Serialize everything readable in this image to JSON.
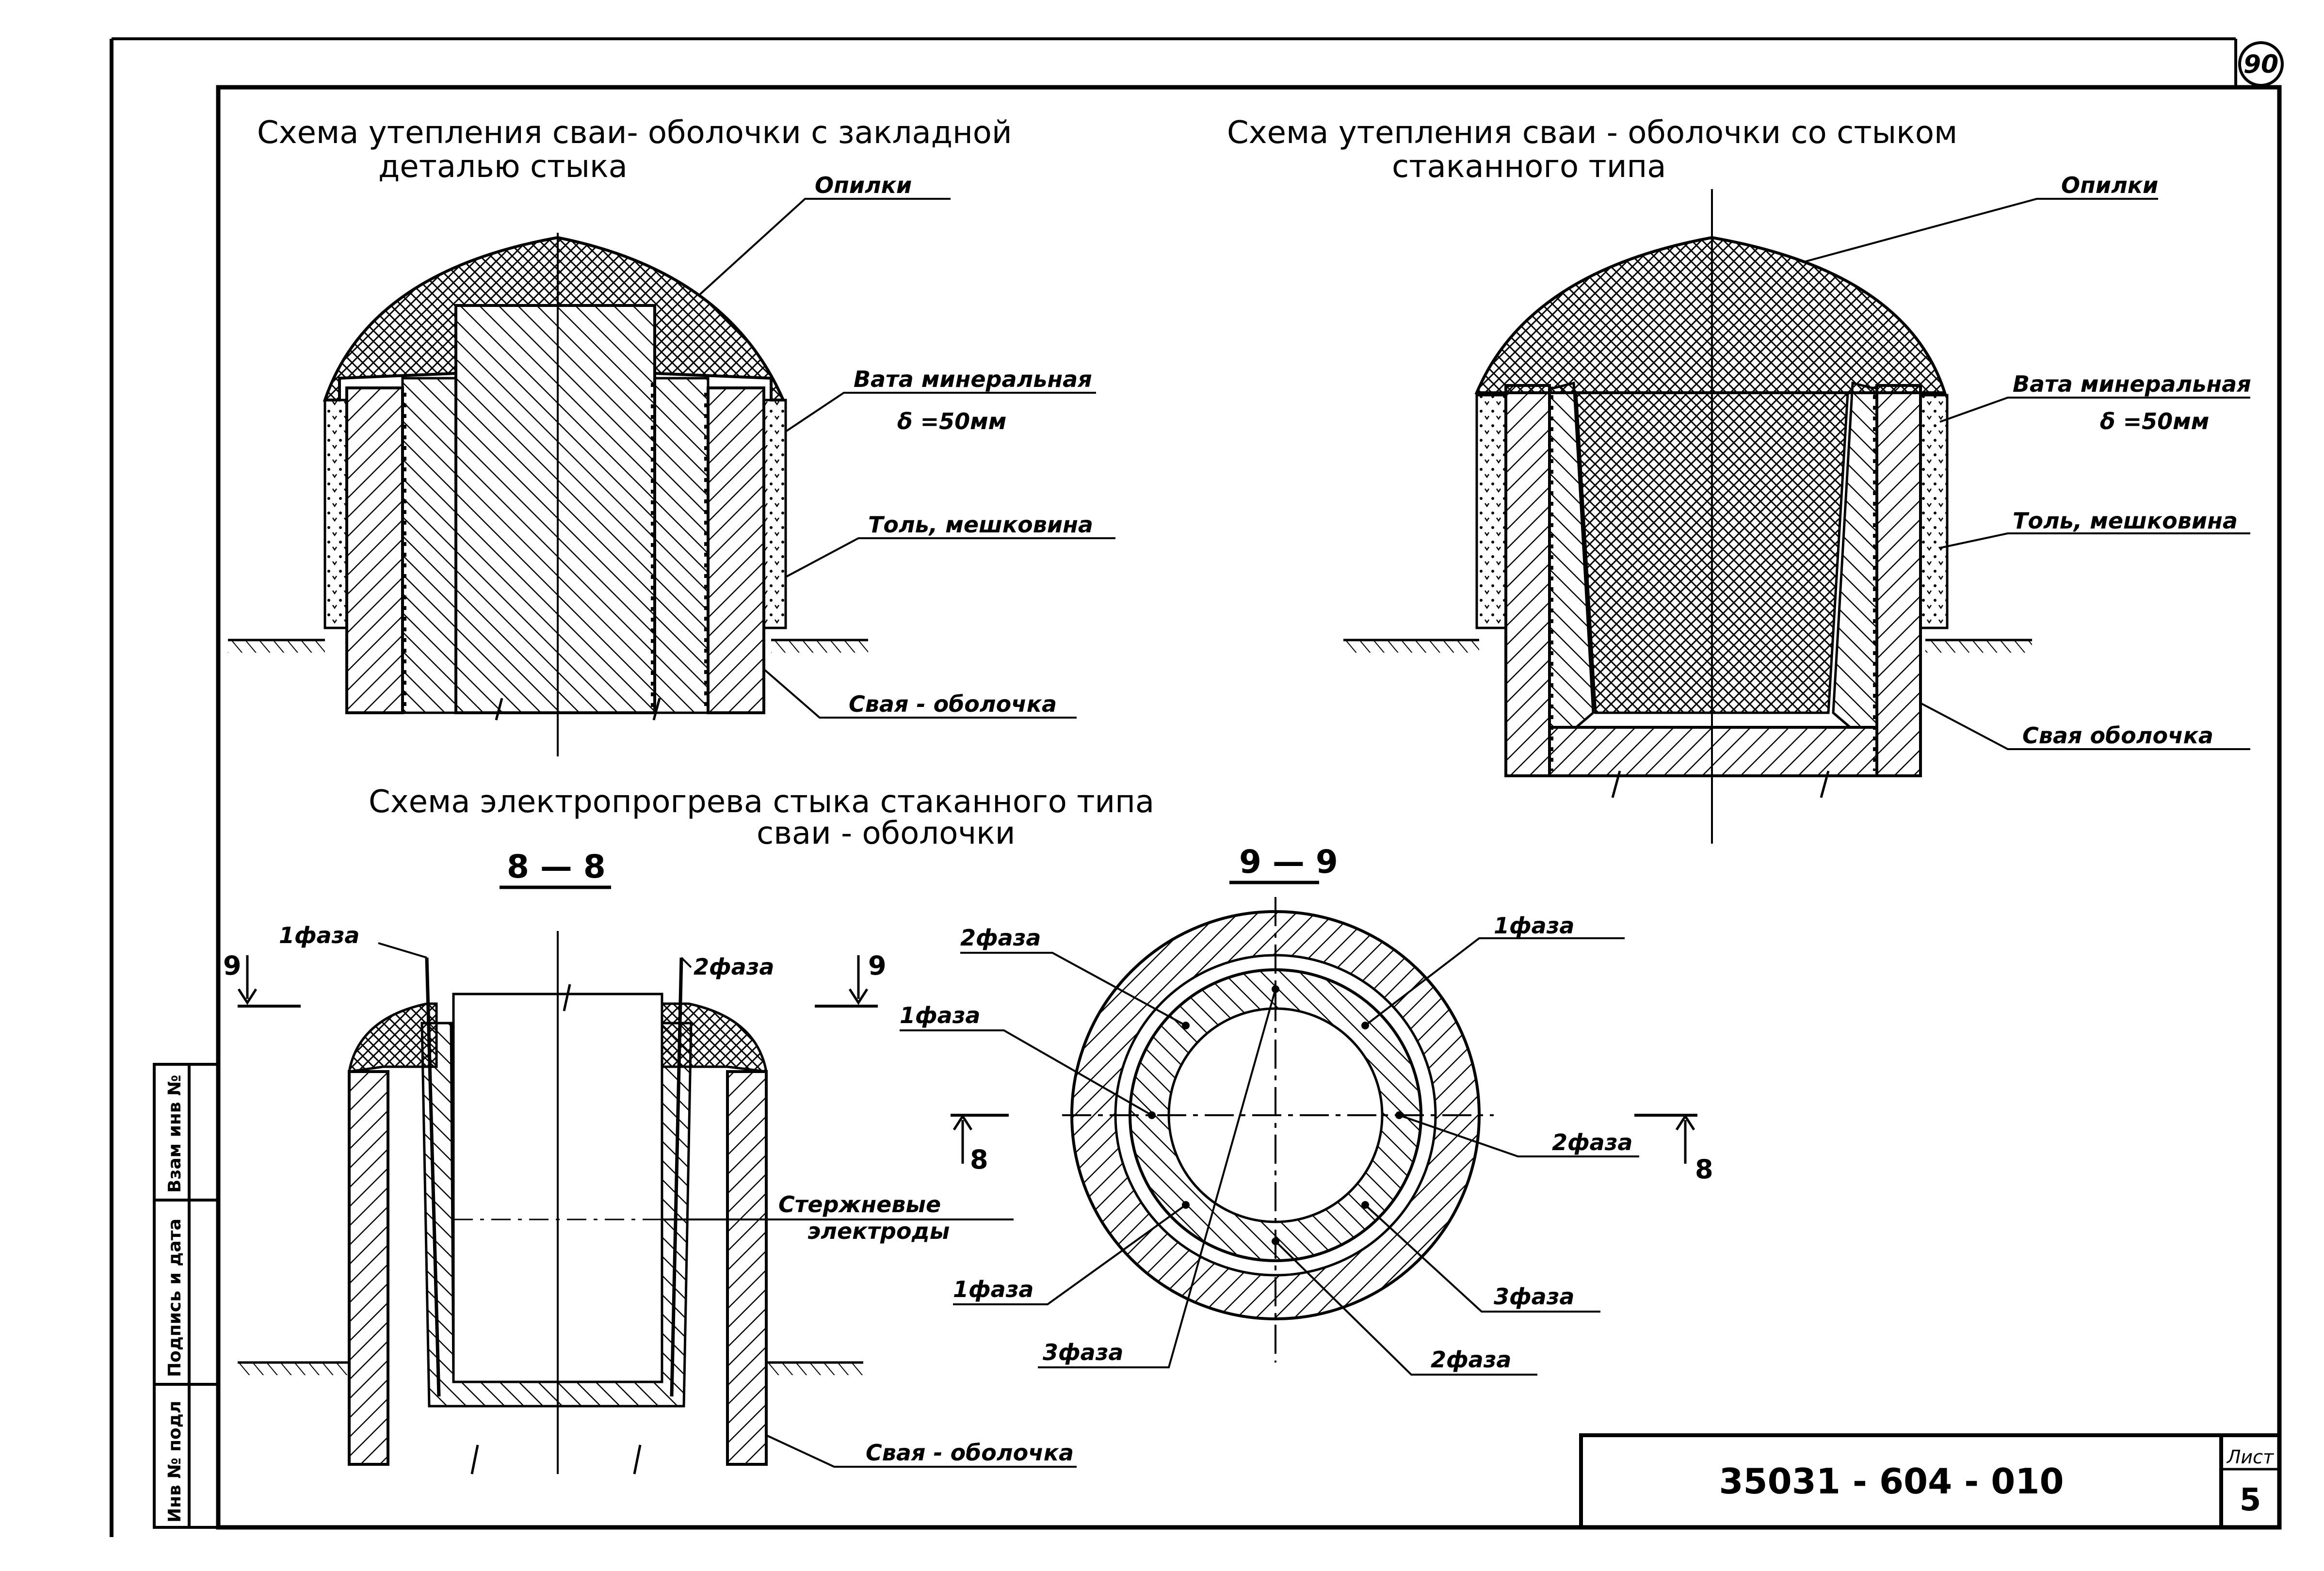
{
  "sheet": {
    "number": "90",
    "code": "35031 - 604 - 010",
    "list_label": "Лист",
    "list_number": "5"
  },
  "side_stamp": [
    "Инв № подл",
    "Подпись и дата",
    "Взам инв №"
  ],
  "scheme1": {
    "title_line1": "Схема утепления сваи- оболочки с закладной",
    "title_line2": "деталью стыка",
    "labels": {
      "sawdust": "Опилки",
      "wool": "Вата минеральная",
      "wool_thickness": "δ =50мм",
      "roofing": "Толь, мешковина",
      "pile": "Свая - оболочка"
    }
  },
  "scheme2": {
    "title_line1": "Схема утепления сваи - оболочки со стыком",
    "title_line2": "стаканного типа",
    "labels": {
      "sawdust": "Опилки",
      "wool": "Вата минеральная",
      "wool_thickness": "δ =50мм",
      "roofing": "Толь, мешковина",
      "pile": "Свая оболочка"
    }
  },
  "scheme3": {
    "title_line1": "Схема электропрогрева стыка стаканного типа",
    "title_line2": "сваи - оболочки",
    "section_8": {
      "title": "8 — 8",
      "cut_mark": "9",
      "labels": {
        "phase1": "1фаза",
        "phase2": "2фаза",
        "electrodes_line1": "Стержневые",
        "electrodes_line2": "электроды",
        "pile": "Свая - оболочка"
      }
    },
    "section_9": {
      "title": "9 — 9",
      "cut_mark": "8",
      "labels": {
        "top_left": "2фаза",
        "top_right": "1фаза",
        "left": "1фаза",
        "right": "2фаза",
        "bottom_left": "1фаза",
        "bottom_right": "3фаза",
        "bottom_left2": "3фаза",
        "bottom_right2": "2фаза"
      }
    }
  }
}
